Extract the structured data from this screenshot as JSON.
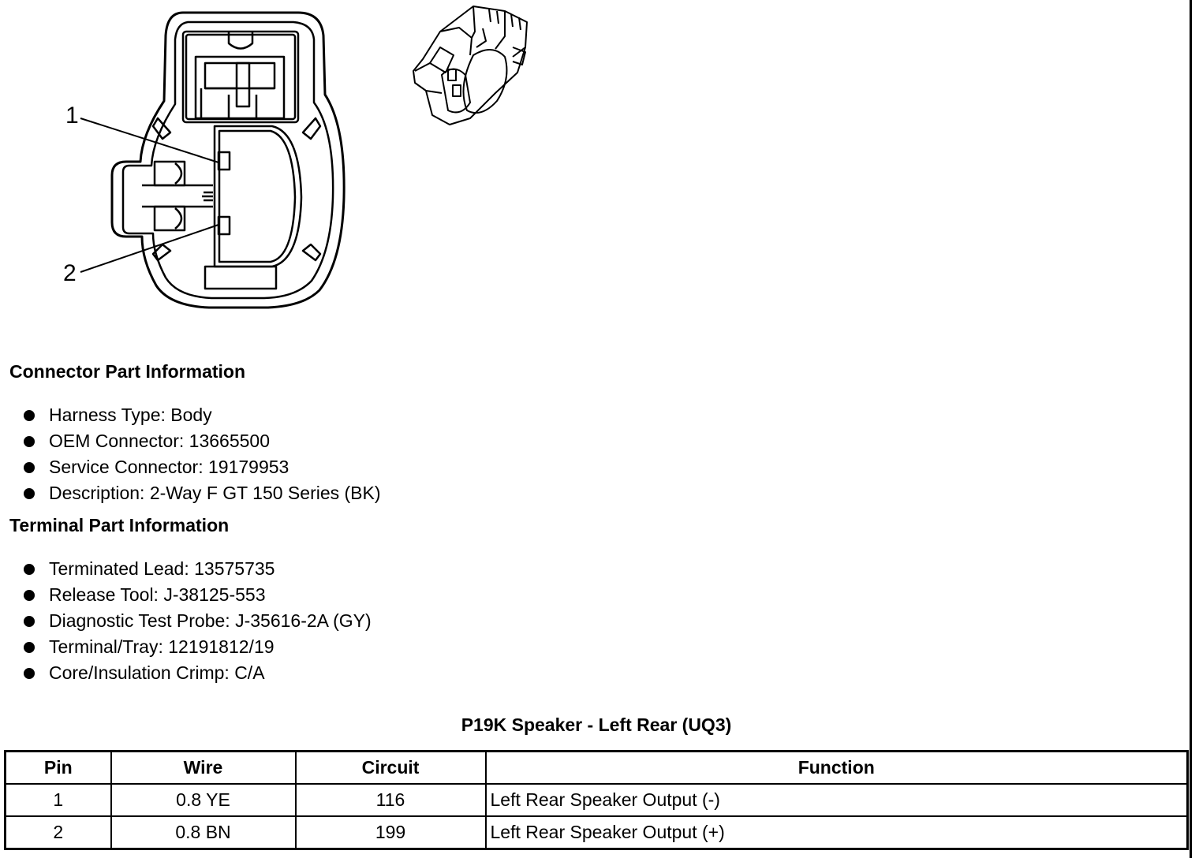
{
  "diagram": {
    "pin_labels": [
      "1",
      "2"
    ]
  },
  "connector_info": {
    "heading": "Connector Part Information",
    "items": [
      "Harness Type: Body",
      "OEM Connector: 13665500",
      "Service Connector: 19179953",
      "Description: 2-Way F GT 150 Series (BK)"
    ]
  },
  "terminal_info": {
    "heading": "Terminal Part Information",
    "items": [
      "Terminated Lead: 13575735",
      "Release Tool: J-38125-553",
      "Diagnostic Test Probe: J-35616-2A (GY)",
      "Terminal/Tray: 12191812/19",
      "Core/Insulation Crimp: C/A"
    ]
  },
  "table": {
    "title": "P19K Speaker - Left Rear (UQ3)",
    "headers": [
      "Pin",
      "Wire",
      "Circuit",
      "Function"
    ],
    "rows": [
      [
        "1",
        "0.8 YE",
        "116",
        "Left Rear Speaker Output (-)"
      ],
      [
        "2",
        "0.8 BN",
        "199",
        "Left Rear Speaker Output (+)"
      ]
    ]
  }
}
